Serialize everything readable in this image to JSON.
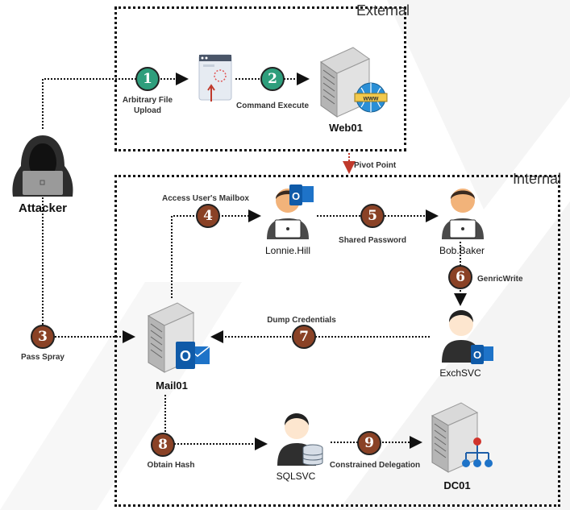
{
  "zones": {
    "external": "External",
    "internal": "Internal"
  },
  "nodes": {
    "attacker": "Attacker",
    "web01": "Web01",
    "mail01": "Mail01",
    "lonnie": "Lonnie.Hill",
    "bob": "Bob.Baker",
    "exchsvc": "ExchSVC",
    "sqlsvc": "SQLSVC",
    "dc01": "DC01"
  },
  "steps": [
    {
      "num": "1",
      "label": "Arbitrary File\nUpload"
    },
    {
      "num": "2",
      "label": "Command Execute"
    },
    {
      "num": "3",
      "label": "Pass Spray"
    },
    {
      "num": "4",
      "label": "Access User's Mailbox"
    },
    {
      "num": "5",
      "label": "Shared Password"
    },
    {
      "num": "6",
      "label": "GenricWrite"
    },
    {
      "num": "7",
      "label": "Dump Credentials"
    },
    {
      "num": "8",
      "label": "Obtain Hash"
    },
    {
      "num": "9",
      "label": "Constrained Delegation"
    }
  ],
  "pivot": "Pivot Point",
  "icons": {
    "attacker": "hooded-hacker-icon",
    "browser": "web-browser-upload-icon",
    "web01": "web-server-www-icon",
    "mail01": "mail-server-outlook-icon",
    "lonnie": "user-laptop-outlook-icon",
    "bob": "user-laptop-icon",
    "exchsvc": "user-outlook-icon",
    "sqlsvc": "user-database-icon",
    "dc01": "domain-controller-server-icon"
  },
  "colors": {
    "green_badge": "#2e9e7c",
    "brown_badge": "#8a4226",
    "pivot_arrow": "#c0392b"
  }
}
